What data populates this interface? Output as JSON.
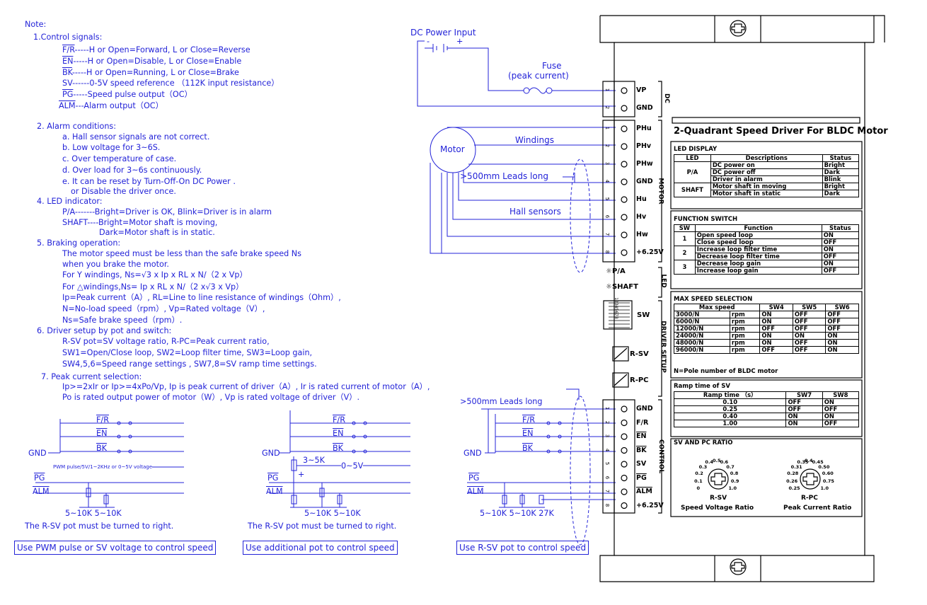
{
  "notes": {
    "heading": "Note:",
    "control_title": "1.Control signals:",
    "control": [
      {
        "sig": "F/R",
        "text": "-----H or Open=Forward, L or Close=Reverse"
      },
      {
        "sig": "EN",
        "text": "-----H or Open=Disable, L or Close=Enable"
      },
      {
        "sig": "BK",
        "text": "-----H or Open=Running, L or Close=Brake"
      },
      {
        "sig": "SV",
        "text": "------0-5V speed reference （112K input resistance）"
      },
      {
        "sig": "PG",
        "text": "-----Speed pulse output（OC）"
      },
      {
        "sig": "ALM",
        "text": "---Alarm output（OC）"
      }
    ],
    "alarm_title": "2. Alarm conditions:",
    "alarm": [
      "a. Hall sensor signals are not correct.",
      "b. Low voltage  for 3~6S.",
      "c. Over temperature of case.",
      "d. Over load for 3~6s continuously.",
      "e. It can be reset by Turn-Off-On DC Power .",
      "   or Disable the driver once."
    ],
    "led_title": "4. LED indicator:",
    "led": [
      "P/A-------Bright=Driver is OK,  Blink=Driver is in alarm",
      "SHAFT----Bright=Motor shaft is moving,",
      "Dark=Motor shaft is in static."
    ],
    "brake_title": "5. Braking operation:",
    "brake": [
      "The motor speed must be less than the safe brake speed Ns",
      "when you brake the motor.",
      "For Y windings, Ns=√3 x Ip x RL x N/（2 x Vp）",
      "For △windings,Ns= Ip x RL x N/（2 x√3 x Vp）",
      "Ip=Peak current（A）, RL=Line to line resistance of windings（Ohm）,",
      "N=No-load speed（rpm）, Vp=Rated voltage（V）,",
      "Ns=Safe brake speed（rpm）."
    ],
    "setup_title": "6. Driver setup by pot and switch:",
    "setup": [
      "R-SV pot=SV voltage ratio,  R-PC=Peak current ratio,",
      "SW1=Open/Close loop,  SW2=Loop filter time,  SW3=Loop gain,",
      "SW4,5,6=Speed range settings , SW7,8=SV ramp time settings."
    ],
    "peak_title": "7. Peak current selection:",
    "peak": [
      "Ip>=2xIr or Ip>=4xPo/Vp,  Ip is peak current of driver（A）, Ir is rated current of motor（A）,",
      "Po is rated output power of motor（W）, Vp is rated voltage of driver（V）."
    ]
  },
  "wiring": {
    "dc_power": "DC Power Input",
    "fuse": "Fuse",
    "fuse_sub": "(peak current)",
    "motor": "Motor",
    "windings": "Windings",
    "leads": ">500mm Leads long",
    "hall": "Hall sensors"
  },
  "circuits": {
    "fr": "F/R",
    "en": "EN",
    "bk": "BK",
    "gnd": "GND",
    "pg": "PG",
    "alm": "ALM",
    "pwm_note": "PWM pulse/5V/1~2KHz or 0~5V voltage",
    "pot": "3~5K",
    "sv_range": "0~5V",
    "plus": "+",
    "res1": "5~10K 5~10K",
    "res2": "5~10K 5~10K",
    "res3": "5~10K 5~10K 27K",
    "rsv_note": "The R-SV pot must be turned to right.",
    "leads": ">500mm Leads long",
    "label1": "Use PWM pulse or SV voltage to control speed",
    "label2": "Use additional  pot to control speed",
    "label3": "Use R-SV pot to control speed"
  },
  "driver": {
    "title": "2-Quadrant Speed Driver For BLDC Motor",
    "dc_pins": [
      "VP",
      "GND"
    ],
    "dc_group": "DC",
    "motor_pins": [
      "PHu",
      "PHv",
      "PHw",
      "GND",
      "Hu",
      "Hv",
      "Hw",
      "+6.25V"
    ],
    "motor_group": "MOTOR",
    "led_labels": [
      "P/A",
      "SHAFT"
    ],
    "led_group": "LED",
    "sw_label": "SW",
    "dip_numbers": "12345678",
    "rsv": "R-SV",
    "rpc": "R-PC",
    "setup_group": "DRIVER SETUP",
    "ctrl_pins": [
      "GND",
      "F/R",
      "EN",
      "BK",
      "SV",
      "PG",
      "ALM",
      "+6.25V"
    ],
    "ctrl_group": "CONTROL",
    "led_display_title": "LED DISPLAY",
    "led_table": {
      "headers": [
        "LED",
        "Descriptions",
        "Status"
      ],
      "rows": [
        {
          "led": "P/A",
          "desc": "DC power on",
          "status": "Bright"
        },
        {
          "led": "",
          "desc": "DC power off",
          "status": "Dark"
        },
        {
          "led": "",
          "desc": "Driver in alarm",
          "status": "Blink"
        },
        {
          "led": "SHAFT",
          "desc": "Motor shaft in moving",
          "status": "Bright"
        },
        {
          "led": "",
          "desc": "Motor shaft in static",
          "status": "Dark"
        }
      ]
    },
    "function_title": "FUNCTION SWITCH",
    "function_table": {
      "headers": [
        "SW",
        "Function",
        "Status"
      ],
      "rows": [
        {
          "sw": "1",
          "func": "Open speed loop",
          "status": "ON"
        },
        {
          "sw": "",
          "func": "Close speed loop",
          "status": "OFF"
        },
        {
          "sw": "2",
          "func": "Increase loop filter time",
          "status": "ON"
        },
        {
          "sw": "",
          "func": "Decrease loop filter time",
          "status": "OFF"
        },
        {
          "sw": "3",
          "func": "Decrease loop gain",
          "status": "ON"
        },
        {
          "sw": "",
          "func": "Increase loop gain",
          "status": "OFF"
        }
      ]
    },
    "speed_title": "MAX SPEED SELECTION",
    "speed_table": {
      "headers": [
        "Max speed",
        "SW4",
        "SW5",
        "SW6"
      ],
      "rows": [
        {
          "n": "3000/N",
          "u": "rpm",
          "s4": "ON",
          "s5": "OFF",
          "s6": "OFF"
        },
        {
          "n": "6000/N",
          "u": "rpm",
          "s4": "ON",
          "s5": "OFF",
          "s6": "OFF"
        },
        {
          "n": "12000/N",
          "u": "rpm",
          "s4": "OFF",
          "s5": "OFF",
          "s6": "OFF"
        },
        {
          "n": "24000/N",
          "u": "rpm",
          "s4": "ON",
          "s5": "ON",
          "s6": "ON"
        },
        {
          "n": "48000/N",
          "u": "rpm",
          "s4": "ON",
          "s5": "OFF",
          "s6": "ON"
        },
        {
          "n": "96000/N",
          "u": "rpm",
          "s4": "OFF",
          "s5": "OFF",
          "s6": "ON"
        }
      ]
    },
    "pole_note": "N=Pole number of BLDC motor",
    "ramp_title": "Ramp time of SV",
    "ramp_table": {
      "headers": [
        "Ramp time （s）",
        "SW7",
        "SW8"
      ],
      "rows": [
        {
          "t": "0.10",
          "s7": "OFF",
          "s8": "ON"
        },
        {
          "t": "0.25",
          "s7": "OFF",
          "s8": "OFF"
        },
        {
          "t": "0.40",
          "s7": "ON",
          "s8": "ON"
        },
        {
          "t": "1.00",
          "s7": "ON",
          "s8": "OFF"
        }
      ]
    },
    "ratio_title": "SV AND PC RATIO",
    "rsv_dial": {
      "label": "R-SV",
      "caption": "Speed Voltage Ratio",
      "ticks": [
        "0",
        "0.1",
        "0.2",
        "0.3",
        "0.4",
        "0.5",
        "0.6",
        "0.7",
        "0.8",
        "0.9",
        "1.0"
      ]
    },
    "rpc_dial": {
      "label": "R-PC",
      "caption": "Peak Current Ratio",
      "ticks": [
        "0.25",
        "0.26",
        "0.28",
        "0.31",
        "0.35",
        "0.4",
        "0.45",
        "0.50",
        "0.60",
        "0.75",
        "1.0"
      ]
    }
  }
}
